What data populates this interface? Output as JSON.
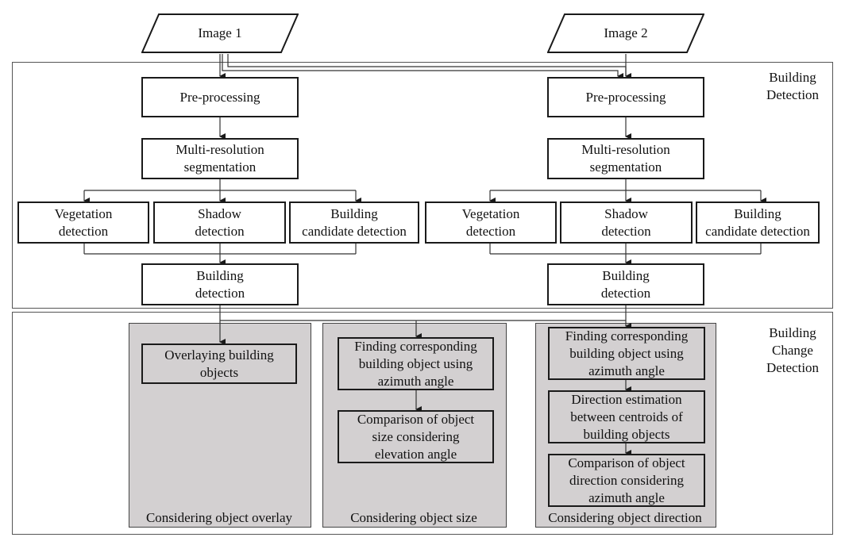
{
  "inputs": {
    "image1": "Image 1",
    "image2": "Image 2"
  },
  "sections": {
    "building_detection": "Building\nDetection",
    "change_detection": "Building\nChange\nDetection"
  },
  "branch1": {
    "preprocessing": "Pre-processing",
    "segmentation": "Multi-resolution\nsegmentation",
    "vegetation": "Vegetation\ndetection",
    "shadow": "Shadow\ndetection",
    "candidate": "Building\ncandidate detection",
    "building": "Building\ndetection"
  },
  "branch2": {
    "preprocessing": "Pre-processing",
    "segmentation": "Multi-resolution\nsegmentation",
    "vegetation": "Vegetation\ndetection",
    "shadow": "Shadow\ndetection",
    "candidate": "Building\ncandidate detection",
    "building": "Building\ndetection"
  },
  "panels": {
    "overlay": {
      "caption": "Considering object overlay",
      "steps": [
        "Overlaying building\nobjects"
      ]
    },
    "size": {
      "caption": "Considering object size",
      "steps": [
        "Finding corresponding\nbuilding object using\nazimuth angle",
        "Comparison of object\nsize considering\nelevation angle"
      ]
    },
    "direction": {
      "caption": "Considering object direction",
      "steps": [
        "Finding corresponding\nbuilding object using\nazimuth angle",
        "Direction estimation\nbetween centroids of\nbuilding objects",
        "Comparison of object\ndirection considering\nazimuth angle"
      ]
    }
  }
}
